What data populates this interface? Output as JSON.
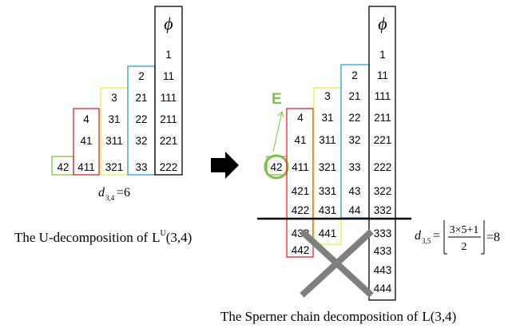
{
  "colors": {
    "red": "#e8212b",
    "yellow": "#f2ef3a",
    "blue": "#2aa4d8",
    "green": "#7cc244",
    "black": "#000000",
    "gray": "#7f7f7f"
  },
  "phi_symbol": "ϕ",
  "left": {
    "caption_prefix": "The U-decomposition of",
    "caption_math": "L",
    "caption_sup": "U",
    "caption_args": "(3,4)",
    "formula_d": "d",
    "formula_sub": "3,4",
    "formula_rhs": "=6",
    "columns": {
      "green": [
        "42"
      ],
      "red": [
        "4",
        "41",
        "411"
      ],
      "yellow": [
        "3",
        "31",
        "311",
        "321"
      ],
      "blue": [
        "2",
        "21",
        "22",
        "32",
        "33"
      ],
      "black": [
        "1",
        "11",
        "111",
        "211",
        "221",
        "222"
      ]
    }
  },
  "right": {
    "e_label": "E",
    "caption_prefix": "The Sperner chain decomposition of",
    "caption_math": "L",
    "caption_args": "(3,4)",
    "formula_d": "d",
    "formula_sub": "3,5",
    "formula_eq": "=",
    "formula_num": "3×5+1",
    "formula_den": "2",
    "formula_rhs": "=8",
    "columns": {
      "green": [
        "42"
      ],
      "red": [
        "4",
        "41",
        "411",
        "421",
        "422",
        "432",
        "442"
      ],
      "yellow": [
        "3",
        "31",
        "311",
        "321",
        "331",
        "431",
        "441"
      ],
      "blue": [
        "2",
        "21",
        "22",
        "32",
        "33",
        "43",
        "44"
      ],
      "black": [
        "1",
        "11",
        "111",
        "211",
        "221",
        "222",
        "322",
        "332",
        "333",
        "433",
        "443",
        "444"
      ]
    }
  }
}
